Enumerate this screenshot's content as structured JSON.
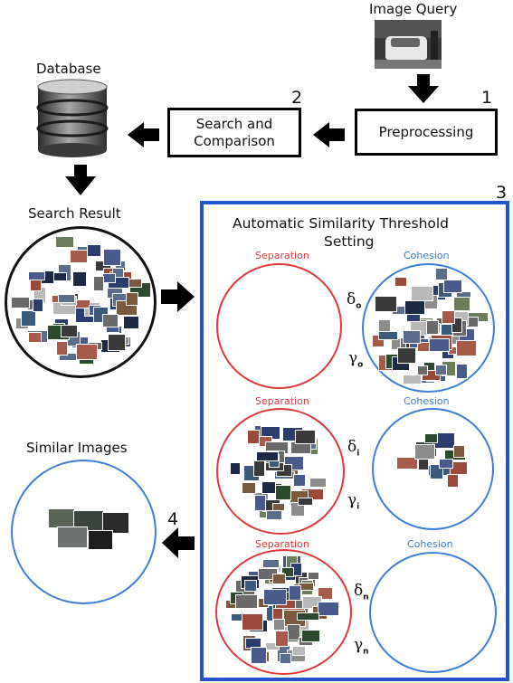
{
  "query": {
    "label": "Image Query"
  },
  "database": {
    "label": "Database"
  },
  "steps": {
    "preprocessing": {
      "label": "Preprocessing",
      "number": "1"
    },
    "search": {
      "label_line1": "Search and",
      "label_line2": "Comparison",
      "number": "2"
    },
    "threshold": {
      "title_line1": "Automatic Similarity Threshold",
      "title_line2": "Setting",
      "number": "3"
    },
    "similar": {
      "number": "4"
    }
  },
  "search_result": {
    "label": "Search Result"
  },
  "similar_images": {
    "label": "Similar Images"
  },
  "panels": [
    {
      "separation_label": "Separation",
      "cohesion_label": "Cohesion",
      "delta": "δ",
      "gamma": "γ",
      "subscript": "o"
    },
    {
      "separation_label": "Separation",
      "cohesion_label": "Cohesion",
      "delta": "δ",
      "gamma": "γ",
      "subscript": "i"
    },
    {
      "separation_label": "Separation",
      "cohesion_label": "Cohesion",
      "delta": "δ",
      "gamma": "γ",
      "subscript": "n"
    }
  ],
  "colors": {
    "separation": "#e0393b",
    "cohesion": "#3e7dd8",
    "threshold_frame": "#2255cc",
    "arrow": "#000000"
  }
}
